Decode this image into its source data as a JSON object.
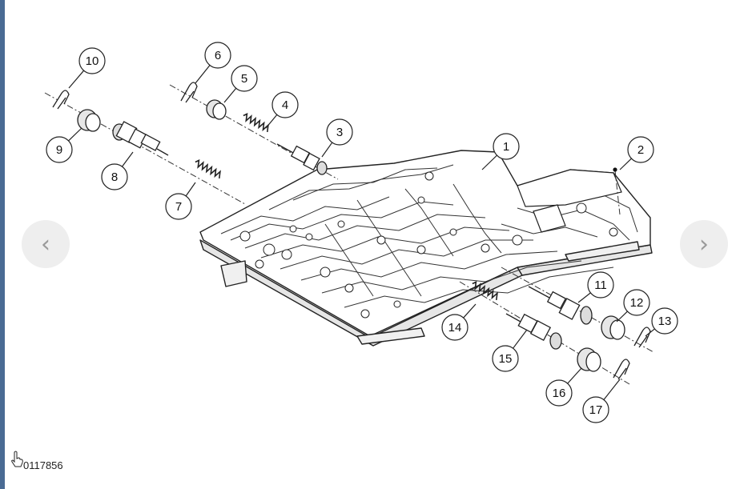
{
  "viewer": {
    "prev_glyph": "‹",
    "next_glyph": "›",
    "prev_icon": "chevron-left-icon",
    "next_icon": "chevron-right-icon",
    "cursor_icon": "hand-pointer-icon",
    "caption": "0117856"
  },
  "diagram": {
    "callouts": [
      {
        "n": "1"
      },
      {
        "n": "2"
      },
      {
        "n": "3"
      },
      {
        "n": "4"
      },
      {
        "n": "5"
      },
      {
        "n": "6"
      },
      {
        "n": "7"
      },
      {
        "n": "8"
      },
      {
        "n": "9"
      },
      {
        "n": "10"
      },
      {
        "n": "11"
      },
      {
        "n": "12"
      },
      {
        "n": "13"
      },
      {
        "n": "14"
      },
      {
        "n": "15"
      },
      {
        "n": "16"
      },
      {
        "n": "17"
      }
    ]
  },
  "colors": {
    "line": "#222222",
    "plate": "#ffffff",
    "plate_shadow": "#d8d8d8",
    "nav_bg": "#eeeeee",
    "nav_fg": "#9a9a9a",
    "strip": "#4a6b94"
  }
}
